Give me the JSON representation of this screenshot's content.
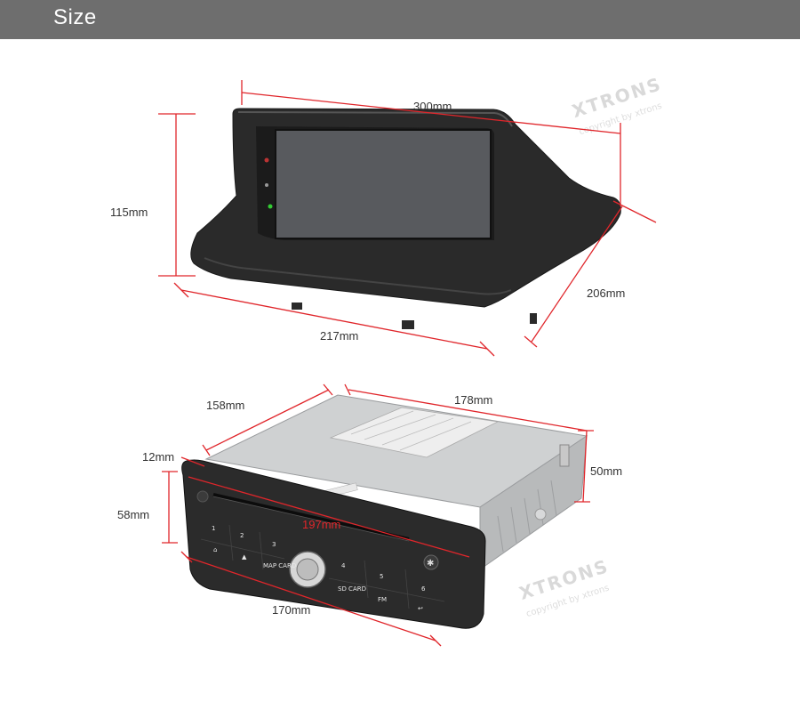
{
  "header": {
    "title": "Size"
  },
  "upper_unit": {
    "width_label": "300mm",
    "height_label": "115mm",
    "depth_label": "206mm",
    "bottom_width_label": "217mm"
  },
  "lower_unit": {
    "depth_label": "158mm",
    "width_label": "178mm",
    "lip_label": "12mm",
    "rear_height_label": "50mm",
    "front_height_label": "58mm",
    "front_width_label": "197mm",
    "bottom_width_label": "170mm",
    "buttons": {
      "b1": "1",
      "b2": "2",
      "b3": "3",
      "b4": "4",
      "b5": "5",
      "b6": "6",
      "map_card": "MAP CARD",
      "sd_card": "SD CARD",
      "fm": "FM"
    }
  },
  "watermarks": {
    "brand": "XTRONS",
    "copyright": "copyright by xtrons"
  },
  "colors": {
    "header_bg": "#6e6e6e",
    "dimension_line": "#e0262b",
    "unit_body": "#2b2b2b",
    "chassis": "#c9cbcc"
  }
}
